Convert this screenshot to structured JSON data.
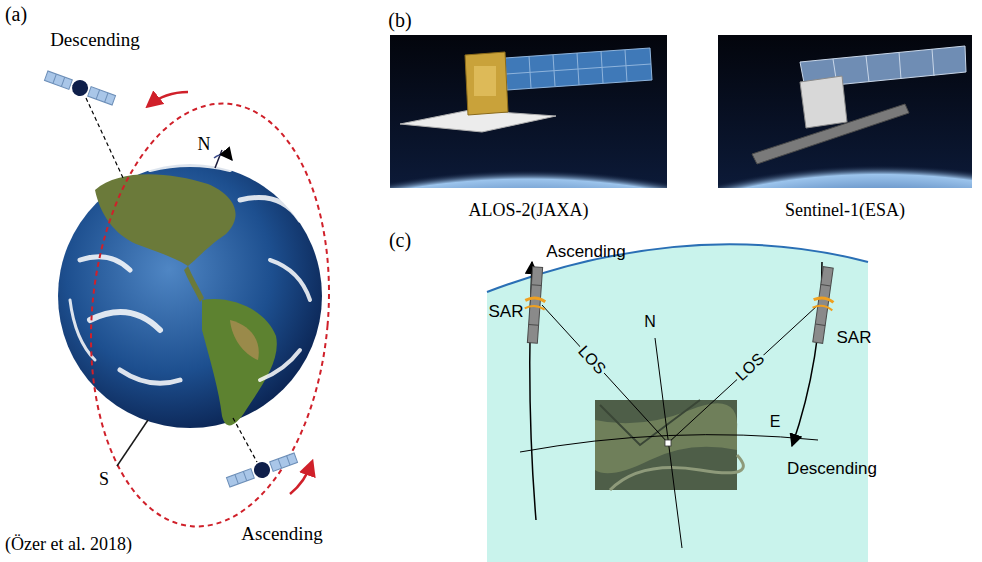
{
  "diagram": {
    "nodes": [
      {
        "text": [
          "ALOS-2(JAXA)"
        ]
      },
      {
        "text": [
          "Sentinel-1(ESA)"
        ]
      }
    ],
    "labels": [
      "(a)",
      "Descending",
      "N",
      "S",
      "Ascending",
      "(Özer et al. 2018)",
      "(b)",
      "(c)",
      "Ascending",
      "SAR",
      "LOS",
      "N",
      "LOS",
      "SAR",
      "E",
      "Descending"
    ]
  }
}
